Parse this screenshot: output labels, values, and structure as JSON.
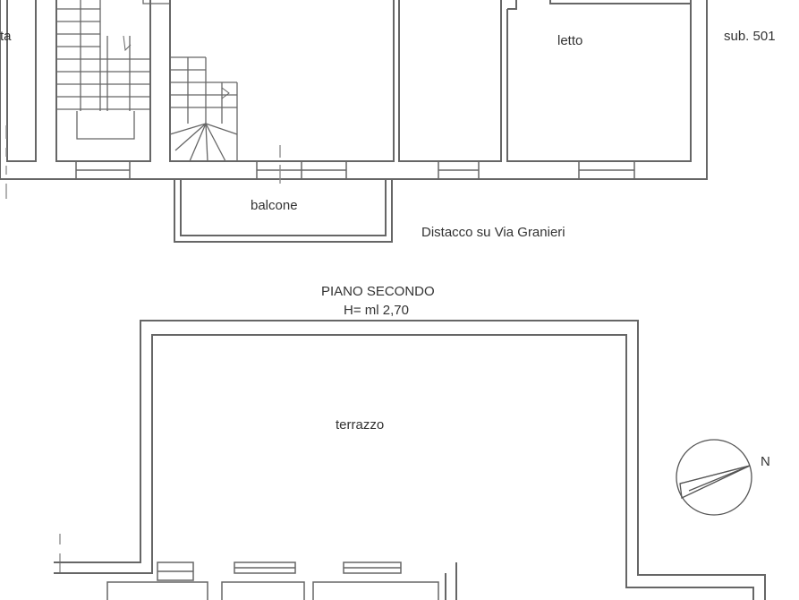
{
  "upper_floor": {
    "rooms": {
      "partial_left": "ta",
      "bedroom": "letto",
      "balcony": "balcone"
    },
    "sub_label": "sub. 501",
    "setback_note": "Distacco su Via Granieri"
  },
  "second_floor": {
    "title": "PIANO SECONDO",
    "height": "H= ml 2,70",
    "rooms": {
      "terrace": "terrazzo"
    }
  },
  "compass": {
    "north_label": "N"
  }
}
